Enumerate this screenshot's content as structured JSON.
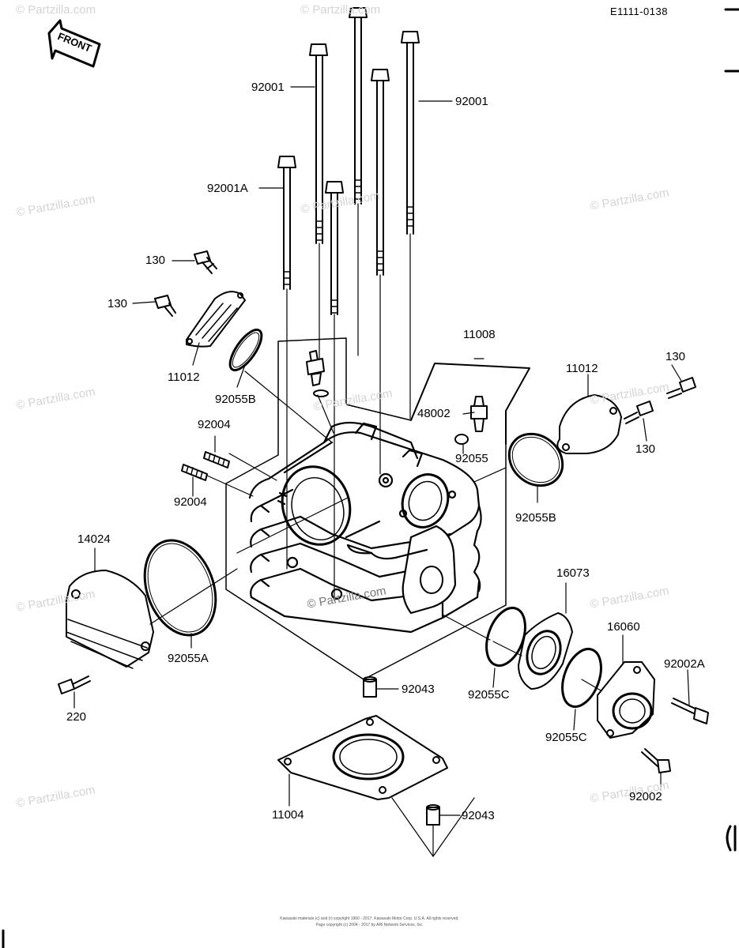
{
  "diagram_code": "E1111-0138",
  "front_label": "FRONT",
  "watermark": "© Partzilla.com",
  "copyright_1": "Kawasaki materials (c) and (r) copyright 1960 - 2017. Kawasaki Motor Corp. U.S.A. All rights reserved.",
  "copyright_2": "Page copyright (c) 2004 - 2017 by ARI Network Services, Inc.",
  "parts": {
    "p92001_l": "92001",
    "p92001_r": "92001",
    "p92001a": "92001A",
    "p130_a": "130",
    "p130_b": "130",
    "p130_c": "130",
    "p130_d": "130",
    "p11012_l": "11012",
    "p11012_r": "11012",
    "p92055b_l": "92055B",
    "p92055b_r": "92055B",
    "p11008": "11008",
    "p48002": "48002",
    "p92055": "92055",
    "p92004_a": "92004",
    "p92004_b": "92004",
    "p14024": "14024",
    "p92055a": "92055A",
    "p220": "220",
    "p16073": "16073",
    "p16060": "16060",
    "p92002a": "92002A",
    "p92055c_a": "92055C",
    "p92055c_b": "92055C",
    "p92002": "92002",
    "p92043_a": "92043",
    "p92043_b": "92043",
    "p11004": "11004"
  }
}
